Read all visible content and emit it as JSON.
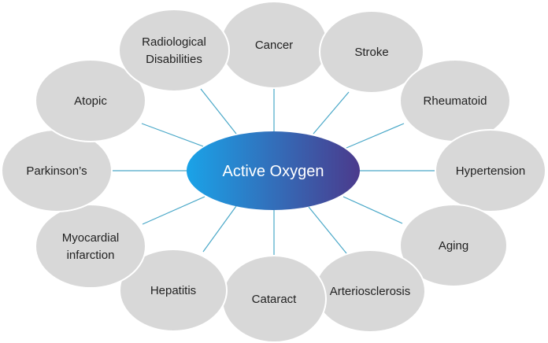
{
  "center": {
    "label": "Active Oxygen",
    "gradient_start": "#1aa3e8",
    "gradient_end": "#4b3a8c"
  },
  "bubble_color": "#d8d8d8",
  "spoke_color": "#4aa8c8",
  "bubbles": [
    {
      "id": "cancer",
      "lines": [
        "Cancer"
      ]
    },
    {
      "id": "stroke",
      "lines": [
        "Stroke"
      ]
    },
    {
      "id": "rheumatoid",
      "lines": [
        "Rheumatoid"
      ]
    },
    {
      "id": "hypertension",
      "lines": [
        "Hypertension"
      ]
    },
    {
      "id": "aging",
      "lines": [
        "Aging"
      ]
    },
    {
      "id": "arteriosclerosis",
      "lines": [
        "Arteriosclerosis"
      ]
    },
    {
      "id": "cataract",
      "lines": [
        "Cataract"
      ]
    },
    {
      "id": "hepatitis",
      "lines": [
        "Hepatitis"
      ]
    },
    {
      "id": "myocardial-infarction",
      "lines": [
        "Myocardial",
        "infarction"
      ]
    },
    {
      "id": "parkinsons",
      "lines": [
        "Parkinson’s"
      ]
    },
    {
      "id": "atopic",
      "lines": [
        "Atopic"
      ]
    },
    {
      "id": "radiological-disabilities",
      "lines": [
        "Radiological",
        "Disabilities"
      ]
    }
  ]
}
